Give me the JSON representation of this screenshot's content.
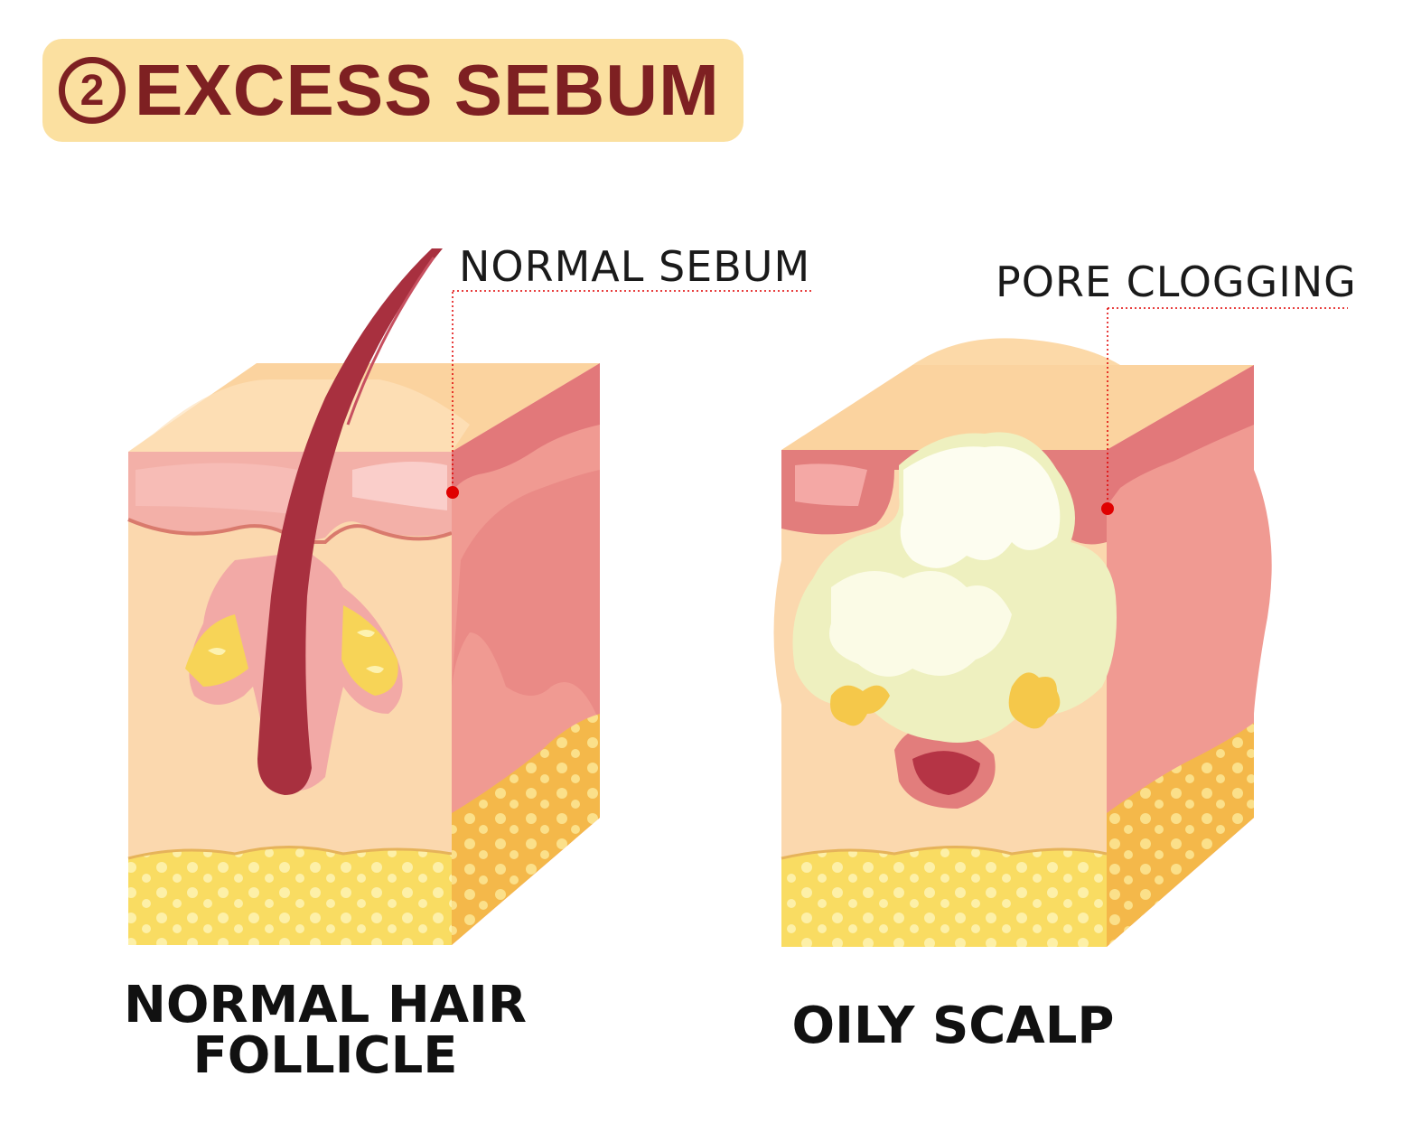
{
  "header": {
    "number": "2",
    "title": "EXCESS SEBUM"
  },
  "callouts": {
    "left": "NORMAL SEBUM",
    "right": "PORE CLOGGING"
  },
  "captions": {
    "left_line1": "NORMAL HAIR",
    "left_line2": "FOLLICLE",
    "right": "OILY SCALP"
  },
  "colors": {
    "accent": "#7e2022",
    "pill": "#fbe0a0",
    "skin": "#fbd7a3",
    "dermis": "#f3a39a",
    "dermis_dark": "#e27b76",
    "fat": "#f9dc62",
    "hair": "#a8303f",
    "marker": "#e00000"
  }
}
